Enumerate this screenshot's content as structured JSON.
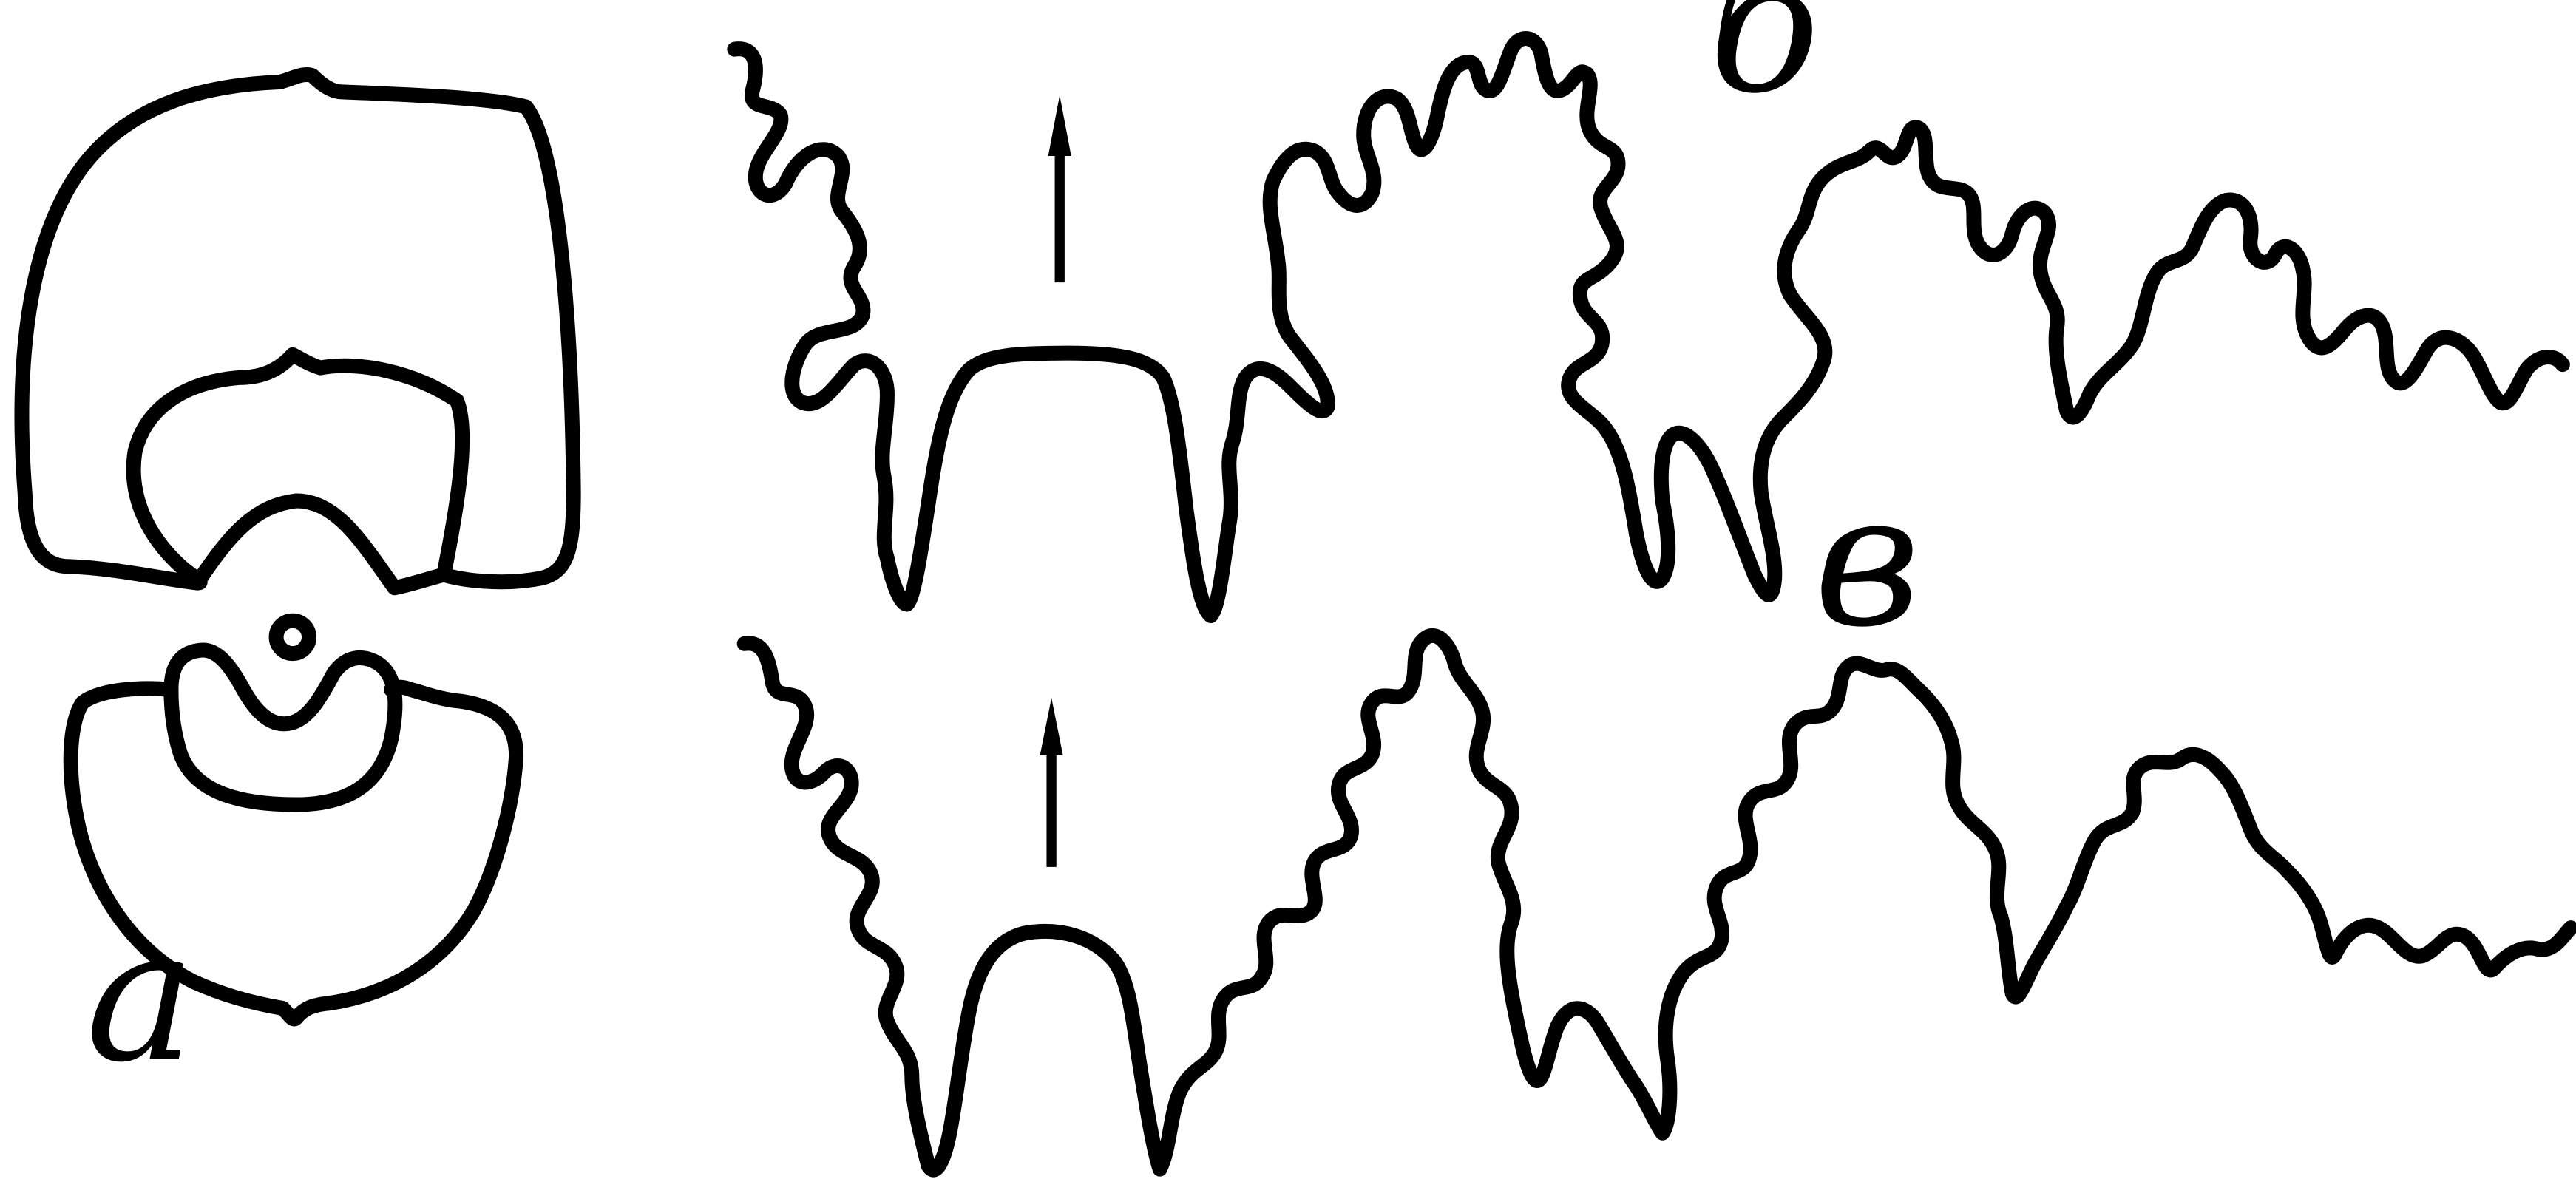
{
  "figure": {
    "panels": [
      {
        "id": "a",
        "label": "a"
      },
      {
        "id": "b",
        "label": "б"
      },
      {
        "id": "v",
        "label": "в"
      }
    ],
    "colors": {
      "stroke": "#000000",
      "background": "#ffffff"
    }
  }
}
